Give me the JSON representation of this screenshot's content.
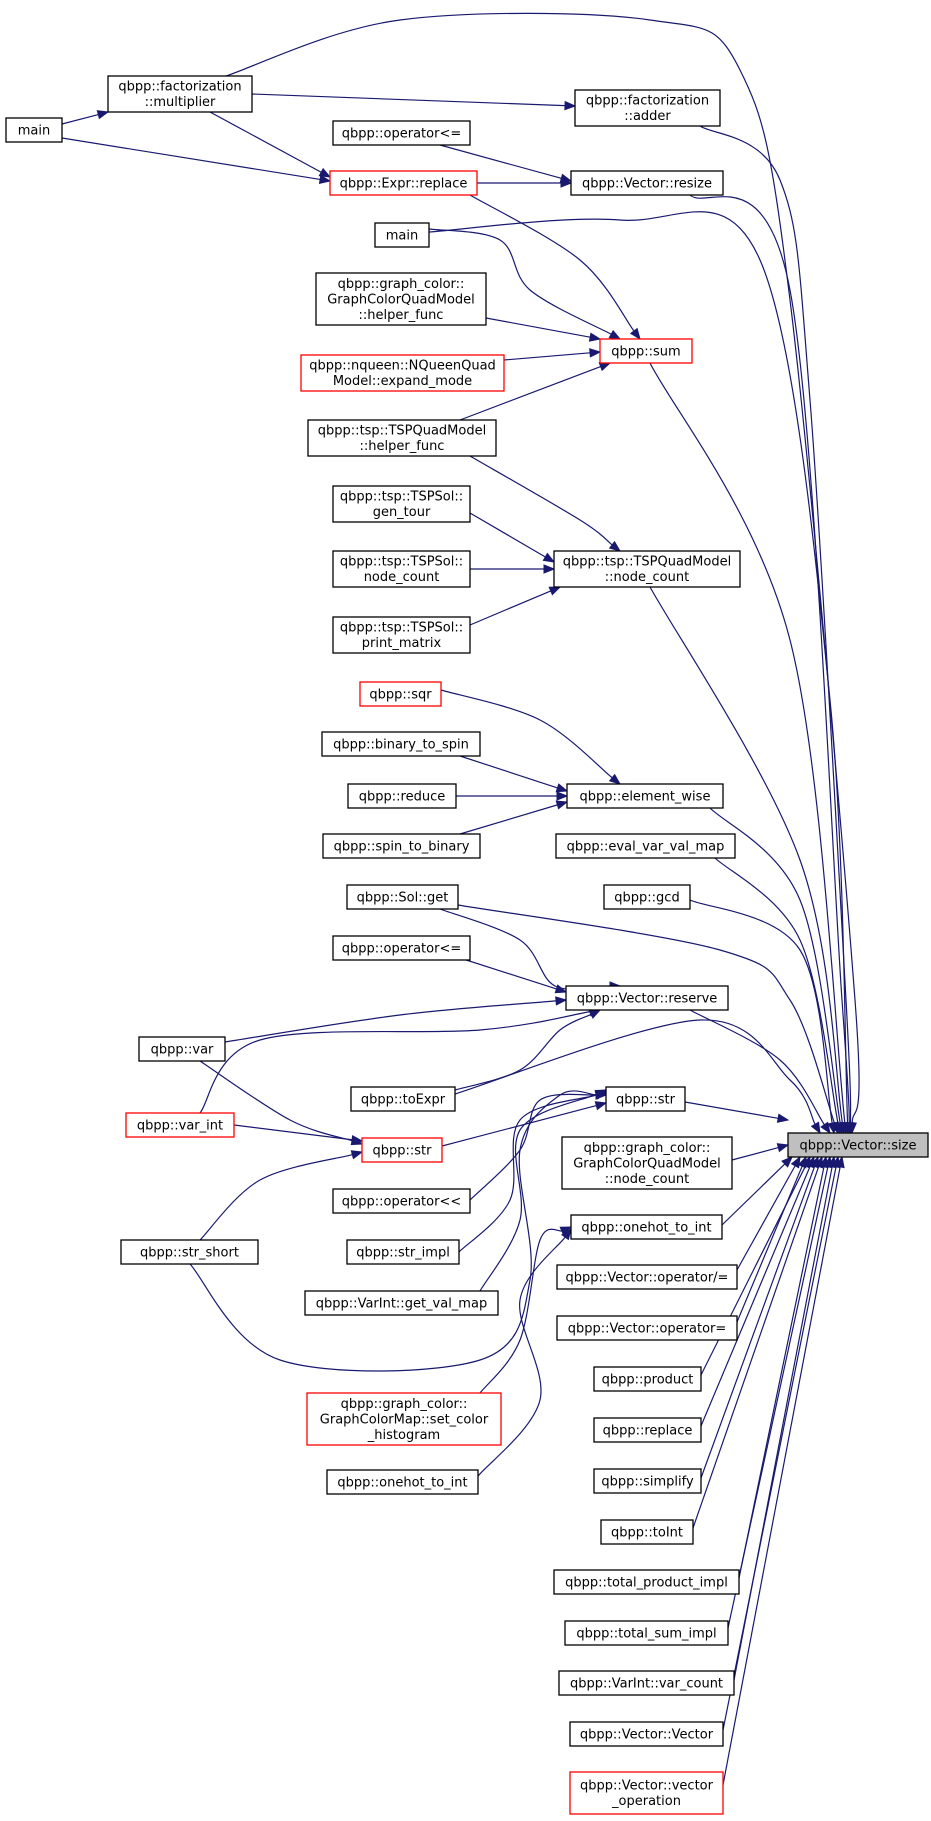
{
  "nodes": [
    {
      "id": "target",
      "lines": [
        "qbpp::Vector::size"
      ],
      "style": "target"
    },
    {
      "id": "main1",
      "lines": [
        "main"
      ],
      "style": "normal"
    },
    {
      "id": "fmult",
      "lines": [
        "qbpp::factorization",
        "::multiplier"
      ],
      "style": "normal"
    },
    {
      "id": "fadder",
      "lines": [
        "qbpp::factorization",
        "::adder"
      ],
      "style": "normal"
    },
    {
      "id": "oplte1",
      "lines": [
        "qbpp::operator<="
      ],
      "style": "normal"
    },
    {
      "id": "exprrep",
      "lines": [
        "qbpp::Expr::replace"
      ],
      "style": "red"
    },
    {
      "id": "vresize",
      "lines": [
        "qbpp::Vector::resize"
      ],
      "style": "normal"
    },
    {
      "id": "main2",
      "lines": [
        "main"
      ],
      "style": "normal"
    },
    {
      "id": "gchelper",
      "lines": [
        "qbpp::graph_color::",
        "GraphColorQuadModel",
        "::helper_func"
      ],
      "style": "normal"
    },
    {
      "id": "sum",
      "lines": [
        "qbpp::sum"
      ],
      "style": "red"
    },
    {
      "id": "nqueen",
      "lines": [
        "qbpp::nqueen::NQueenQuad",
        "Model::expand_mode"
      ],
      "style": "red"
    },
    {
      "id": "tsphelper",
      "lines": [
        "qbpp::tsp::TSPQuadModel",
        "::helper_func"
      ],
      "style": "normal"
    },
    {
      "id": "gentour",
      "lines": [
        "qbpp::tsp::TSPSol::",
        "gen_tour"
      ],
      "style": "normal"
    },
    {
      "id": "tspnc",
      "lines": [
        "qbpp::tsp::TSPQuadModel",
        "::node_count"
      ],
      "style": "normal"
    },
    {
      "id": "solnc",
      "lines": [
        "qbpp::tsp::TSPSol::",
        "node_count"
      ],
      "style": "normal"
    },
    {
      "id": "printm",
      "lines": [
        "qbpp::tsp::TSPSol::",
        "print_matrix"
      ],
      "style": "normal"
    },
    {
      "id": "sqr",
      "lines": [
        "qbpp::sqr"
      ],
      "style": "red"
    },
    {
      "id": "b2s",
      "lines": [
        "qbpp::binary_to_spin"
      ],
      "style": "normal"
    },
    {
      "id": "reduce",
      "lines": [
        "qbpp::reduce"
      ],
      "style": "normal"
    },
    {
      "id": "elemwise",
      "lines": [
        "qbpp::element_wise"
      ],
      "style": "normal"
    },
    {
      "id": "s2b",
      "lines": [
        "qbpp::spin_to_binary"
      ],
      "style": "normal"
    },
    {
      "id": "evalvar",
      "lines": [
        "qbpp::eval_var_val_map"
      ],
      "style": "normal"
    },
    {
      "id": "solget",
      "lines": [
        "qbpp::Sol::get"
      ],
      "style": "normal"
    },
    {
      "id": "gcd",
      "lines": [
        "qbpp::gcd"
      ],
      "style": "normal"
    },
    {
      "id": "oplte2",
      "lines": [
        "qbpp::operator<="
      ],
      "style": "normal"
    },
    {
      "id": "vreserve",
      "lines": [
        "qbpp::Vector::reserve"
      ],
      "style": "normal"
    },
    {
      "id": "var",
      "lines": [
        "qbpp::var"
      ],
      "style": "normal"
    },
    {
      "id": "toexpr",
      "lines": [
        "qbpp::toExpr"
      ],
      "style": "normal"
    },
    {
      "id": "strblack",
      "lines": [
        "qbpp::str"
      ],
      "style": "normal"
    },
    {
      "id": "varint",
      "lines": [
        "qbpp::var_int"
      ],
      "style": "red"
    },
    {
      "id": "strred",
      "lines": [
        "qbpp::str"
      ],
      "style": "red"
    },
    {
      "id": "gcnc",
      "lines": [
        "qbpp::graph_color::",
        "GraphColorQuadModel",
        "::node_count"
      ],
      "style": "normal"
    },
    {
      "id": "opshl",
      "lines": [
        "qbpp::operator<<"
      ],
      "style": "normal"
    },
    {
      "id": "onehot1",
      "lines": [
        "qbpp::onehot_to_int"
      ],
      "style": "normal"
    },
    {
      "id": "strshort",
      "lines": [
        "qbpp::str_short"
      ],
      "style": "normal"
    },
    {
      "id": "strimpl",
      "lines": [
        "qbpp::str_impl"
      ],
      "style": "normal"
    },
    {
      "id": "vopdiv",
      "lines": [
        "qbpp::Vector::operator/="
      ],
      "style": "normal"
    },
    {
      "id": "getval",
      "lines": [
        "qbpp::VarInt::get_val_map"
      ],
      "style": "normal"
    },
    {
      "id": "vopeq",
      "lines": [
        "qbpp::Vector::operator="
      ],
      "style": "normal"
    },
    {
      "id": "product",
      "lines": [
        "qbpp::product"
      ],
      "style": "normal"
    },
    {
      "id": "gcmap",
      "lines": [
        "qbpp::graph_color::",
        "GraphColorMap::set_color",
        "_histogram"
      ],
      "style": "red"
    },
    {
      "id": "replace",
      "lines": [
        "qbpp::replace"
      ],
      "style": "normal"
    },
    {
      "id": "onehot2",
      "lines": [
        "qbpp::onehot_to_int"
      ],
      "style": "normal"
    },
    {
      "id": "simplify",
      "lines": [
        "qbpp::simplify"
      ],
      "style": "normal"
    },
    {
      "id": "toint",
      "lines": [
        "qbpp::toInt"
      ],
      "style": "normal"
    },
    {
      "id": "totprod",
      "lines": [
        "qbpp::total_product_impl"
      ],
      "style": "normal"
    },
    {
      "id": "totsum",
      "lines": [
        "qbpp::total_sum_impl"
      ],
      "style": "normal"
    },
    {
      "id": "varcount",
      "lines": [
        "qbpp::VarInt::var_count"
      ],
      "style": "normal"
    },
    {
      "id": "vvector",
      "lines": [
        "qbpp::Vector::Vector"
      ],
      "style": "normal"
    },
    {
      "id": "vvecop",
      "lines": [
        "qbpp::Vector::vector",
        "_operation"
      ],
      "style": "red"
    }
  ],
  "edges": [
    {
      "from": "main1",
      "to": "fmult"
    },
    {
      "from": "main1",
      "to": "exprrep"
    },
    {
      "from": "fmult",
      "to": "fadder"
    },
    {
      "from": "fmult",
      "to": "exprrep"
    },
    {
      "from": "fmult",
      "to": "target"
    },
    {
      "from": "fadder",
      "to": "target"
    },
    {
      "from": "oplte1",
      "to": "vresize"
    },
    {
      "from": "exprrep",
      "to": "vresize"
    },
    {
      "from": "exprrep",
      "to": "sum"
    },
    {
      "from": "vresize",
      "to": "target"
    },
    {
      "from": "main2",
      "to": "sum"
    },
    {
      "from": "main2",
      "to": "target"
    },
    {
      "from": "gchelper",
      "to": "sum"
    },
    {
      "from": "nqueen",
      "to": "sum"
    },
    {
      "from": "tsphelper",
      "to": "sum"
    },
    {
      "from": "tsphelper",
      "to": "tspnc"
    },
    {
      "from": "sum",
      "to": "target"
    },
    {
      "from": "gentour",
      "to": "tspnc"
    },
    {
      "from": "solnc",
      "to": "tspnc"
    },
    {
      "from": "printm",
      "to": "tspnc"
    },
    {
      "from": "tspnc",
      "to": "target"
    },
    {
      "from": "sqr",
      "to": "elemwise"
    },
    {
      "from": "b2s",
      "to": "elemwise"
    },
    {
      "from": "reduce",
      "to": "elemwise"
    },
    {
      "from": "s2b",
      "to": "elemwise"
    },
    {
      "from": "elemwise",
      "to": "target"
    },
    {
      "from": "evalvar",
      "to": "target"
    },
    {
      "from": "solget",
      "to": "vreserve"
    },
    {
      "from": "solget",
      "to": "target"
    },
    {
      "from": "gcd",
      "to": "target"
    },
    {
      "from": "oplte2",
      "to": "vreserve"
    },
    {
      "from": "var",
      "to": "vreserve"
    },
    {
      "from": "var",
      "to": "strred"
    },
    {
      "from": "toexpr",
      "to": "vreserve"
    },
    {
      "from": "toexpr",
      "to": "target"
    },
    {
      "from": "vreserve",
      "to": "target"
    },
    {
      "from": "varint",
      "to": "vreserve"
    },
    {
      "from": "varint",
      "to": "strred"
    },
    {
      "from": "strblack",
      "to": "target"
    },
    {
      "from": "strred",
      "to": "strblack"
    },
    {
      "from": "strshort",
      "to": "strred"
    },
    {
      "from": "strshort",
      "to": "strblack"
    },
    {
      "from": "opshl",
      "to": "strblack"
    },
    {
      "from": "strimpl",
      "to": "strblack"
    },
    {
      "from": "getval",
      "to": "strblack"
    },
    {
      "from": "gcmap",
      "to": "onehot1"
    },
    {
      "from": "onehot2",
      "to": "onehot1"
    },
    {
      "from": "gcnc",
      "to": "target"
    },
    {
      "from": "onehot1",
      "to": "target"
    },
    {
      "from": "vopdiv",
      "to": "target"
    },
    {
      "from": "vopeq",
      "to": "target"
    },
    {
      "from": "product",
      "to": "target"
    },
    {
      "from": "replace",
      "to": "target"
    },
    {
      "from": "simplify",
      "to": "target"
    },
    {
      "from": "toint",
      "to": "target"
    },
    {
      "from": "totprod",
      "to": "target"
    },
    {
      "from": "totsum",
      "to": "target"
    },
    {
      "from": "varcount",
      "to": "target"
    },
    {
      "from": "vvector",
      "to": "target"
    },
    {
      "from": "vvecop",
      "to": "target"
    }
  ],
  "colors": {
    "edge": "#191970",
    "red_border": "#ff0000",
    "target_fill": "#bfbfbf"
  }
}
